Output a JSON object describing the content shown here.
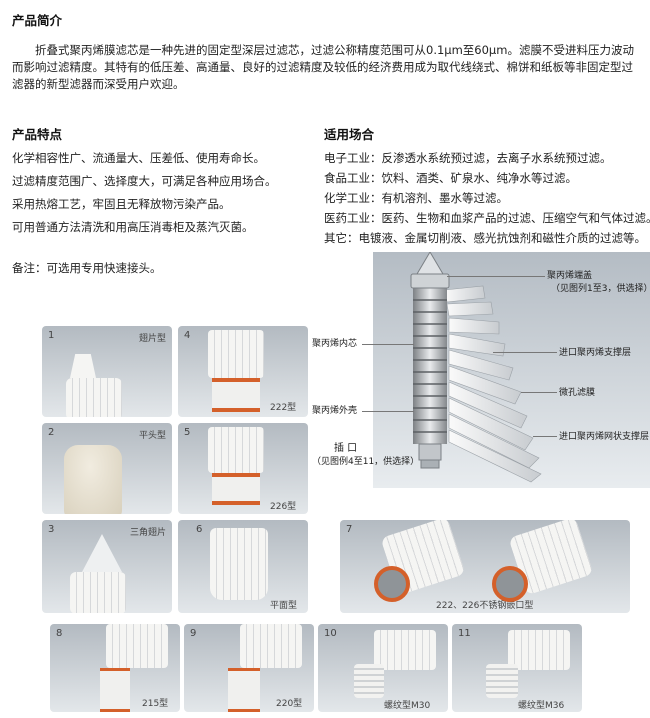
{
  "intro": {
    "title": "产品简介",
    "body": "折叠式聚丙烯膜滤芯是一种先进的固定型深层过滤芯，过滤公称精度范围可从0.1μm至60μm。滤膜不受进料压力波动而影响过滤精度。其特有的低压差、高通量、良好的过滤精度及较低的经济费用成为取代线绕式、棉饼和纸板等非固定型过滤器的新型滤器而深受用户欢迎。"
  },
  "features": {
    "title": "产品特点",
    "items": [
      "化学相容性广、流通量大、压差低、使用寿命长。",
      "过滤精度范围广、选择度大，可满足各种应用场合。",
      "采用热熔工艺，牢固且无释放物污染产品。",
      "可用普通方法清洗和用高压消毒柜及蒸汽灭菌。"
    ],
    "note": "备注：可选用专用快速接头。"
  },
  "applications": {
    "title": "适用场合",
    "items": [
      "电子工业：反渗透水系统预过滤，去离子水系统预过滤。",
      "食品工业：饮料、酒类、矿泉水、纯净水等过滤。",
      "化学工业：有机溶剂、墨水等过滤。",
      "医药工业：医药、生物和血浆产品的过滤、压缩空气和气体过滤。",
      "其它：电镀液、金属切削液、感光抗蚀剂和磁性介质的过滤等。"
    ]
  },
  "diagram": {
    "labels": {
      "end_cap": "聚丙烯端盖",
      "end_cap_note": "（见图列1至3，供选择）",
      "core": "聚丙烯内芯",
      "inlet_support": "进口聚丙烯支撑层",
      "membrane": "微孔滤膜",
      "outer_shell": "聚丙烯外壳",
      "mesh_support": "进口聚丙烯网状支撑层",
      "plug": "插  口",
      "plug_note": "（见图例4至11，供选择）"
    }
  },
  "gallery": [
    {
      "num": "1",
      "caption": "翅片型"
    },
    {
      "num": "2",
      "caption": "平头型"
    },
    {
      "num": "3",
      "caption": "三角翅片"
    },
    {
      "num": "4",
      "caption": "222型"
    },
    {
      "num": "5",
      "caption": "226型"
    },
    {
      "num": "6",
      "caption": "平面型"
    },
    {
      "num": "7",
      "caption": "222、226不锈钢嵌口型"
    },
    {
      "num": "8",
      "caption": "215型"
    },
    {
      "num": "9",
      "caption": "220型"
    },
    {
      "num": "10",
      "caption": "螺纹型M30"
    },
    {
      "num": "11",
      "caption": "螺纹型M36"
    }
  ],
  "colors": {
    "o_ring": "#d4602a",
    "cell_bg": "#c9ced3",
    "cartridge": "#f2f2f0"
  }
}
